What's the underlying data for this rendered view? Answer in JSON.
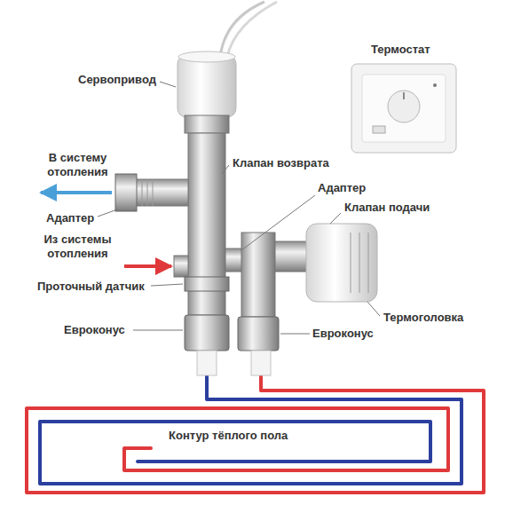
{
  "diagram": {
    "labels": [
      "Термостат",
      "Сервопривод",
      "В систему отопления",
      "Клапан возврата",
      "Адаптер",
      "Адаптер",
      "Клапан подачи",
      "Из системы отопления",
      "Проточный датчик",
      "Термоголовка",
      "Евроконус",
      "Евроконус",
      "Контур тёплого пола"
    ]
  }
}
